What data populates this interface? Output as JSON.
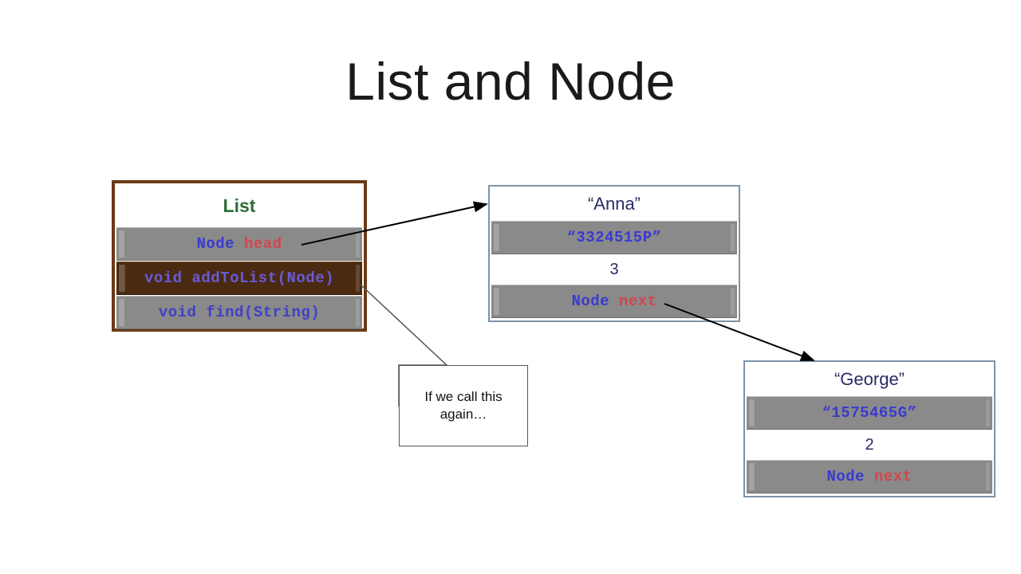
{
  "slide": {
    "title": "List and Node"
  },
  "list_box": {
    "name": "List",
    "members": [
      {
        "type": "Node",
        "name": "head",
        "kind": "field",
        "highlighted": false
      },
      {
        "signature": "void addToList(Node)",
        "kind": "method",
        "highlighted": true
      },
      {
        "signature": "void find(String)",
        "kind": "method",
        "highlighted": false
      }
    ]
  },
  "nodes": [
    {
      "title": "“Anna”",
      "id_value": "“3324515P”",
      "number_value": "3",
      "pointer_type": "Node",
      "pointer_name": "next"
    },
    {
      "title": "“George”",
      "id_value": "“1575465G”",
      "number_value": "2",
      "pointer_type": "Node",
      "pointer_name": "next"
    }
  ],
  "callout": {
    "line1": "If we call this",
    "line2": "again…"
  },
  "colors": {
    "list_border": "#6b3a16",
    "list_title": "#2d6e37",
    "node_border": "#7d93a8",
    "node_text": "#2b2b66",
    "strip_bg": "#8a8a8a",
    "strip_highlight_bg": "#4a2a10",
    "type_text": "#3a3ad0",
    "member_text": "#d0474f",
    "arrow": "#000000",
    "background": "#ffffff"
  }
}
